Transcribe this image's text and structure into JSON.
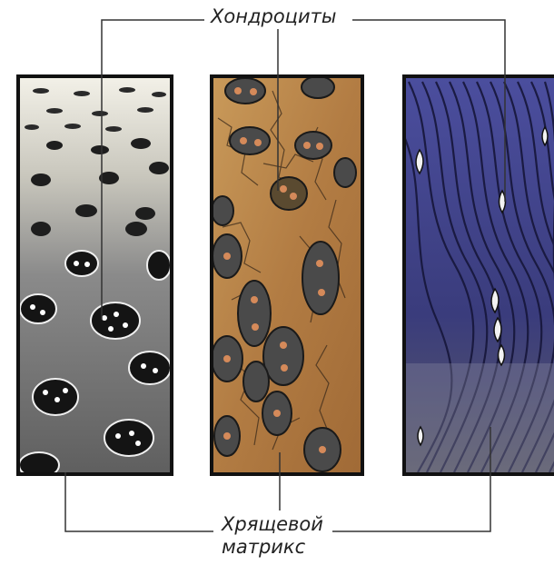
{
  "labels": {
    "top": "Хондроциты",
    "bottom_line1": "Хрящевой",
    "bottom_line2": "матрикс"
  },
  "panels": [
    {
      "name": "hyaline-cartilage-panel",
      "matrix_color": "#6d6d6d",
      "cell_color": "#1a1a1a"
    },
    {
      "name": "elastic-cartilage-panel",
      "matrix_color": "#b8834a",
      "cell_color": "#2a2a2a"
    },
    {
      "name": "fibrous-cartilage-panel",
      "matrix_color": "#3c3f8a",
      "cell_color": "#f2f2f2"
    }
  ],
  "colors": {
    "outline": "#111111",
    "leader_line": "#333333",
    "background": "#ffffff"
  }
}
